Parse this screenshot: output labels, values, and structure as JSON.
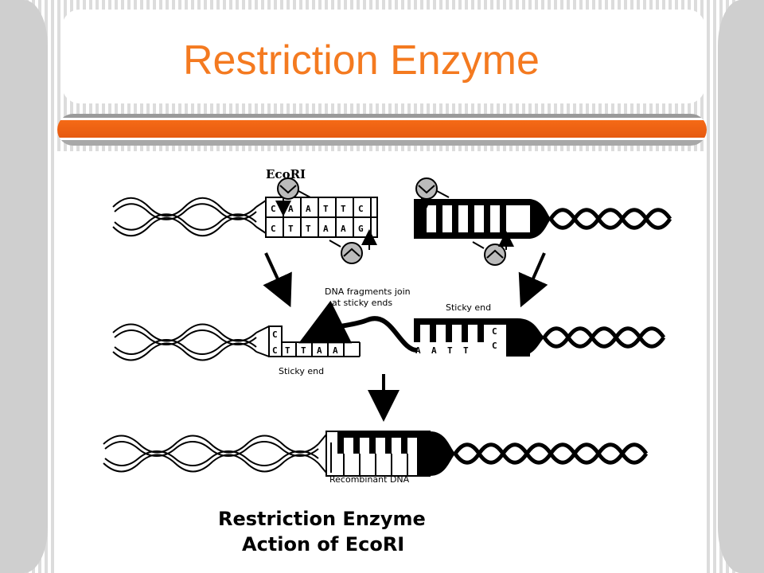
{
  "slide": {
    "title": "Restriction Enzyme",
    "accent_color": "#f47a20"
  },
  "diagram": {
    "enzyme_label": "EcoRI",
    "top_left_bases": [
      "C",
      "A",
      "A",
      "T",
      "T",
      "C"
    ],
    "bottom_left_bases": [
      "C",
      "T",
      "T",
      "A",
      "A",
      "G"
    ],
    "join_label_line1": "DNA fragments join",
    "join_label_line2": "at sticky ends",
    "sticky_end_right": "Sticky end",
    "sticky_end_left": "Sticky end",
    "left_fragment_bases_top": [
      "C"
    ],
    "left_fragment_bases_bottom": [
      "C",
      "T",
      "T",
      "A",
      "A"
    ],
    "right_fragment_bases_bottom": [
      "A",
      "A",
      "T",
      "T"
    ],
    "right_fragment_bases_side": [
      "C",
      "C"
    ],
    "recombinant_label": "Recombinant DNA",
    "caption_line1": "Restriction Enzyme",
    "caption_line2": "Action of EcoRI"
  }
}
